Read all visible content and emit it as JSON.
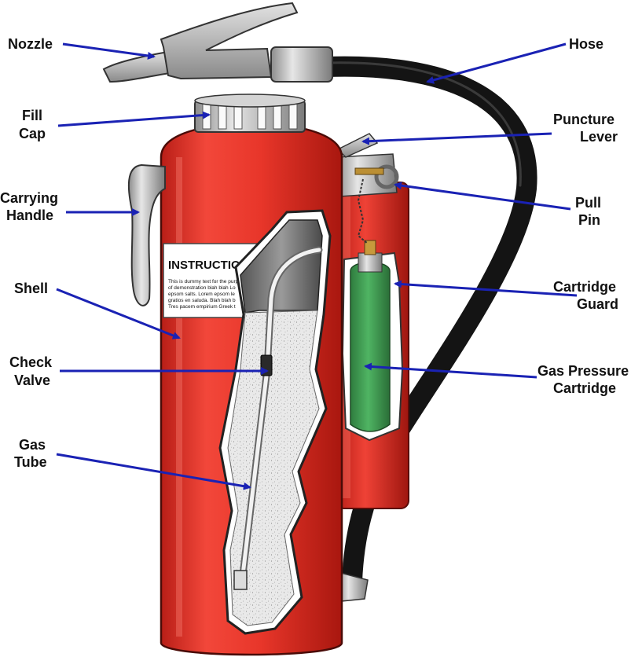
{
  "labels": {
    "nozzle": "Nozzle",
    "fill_cap_1": "Fill",
    "fill_cap_2": "Cap",
    "carrying_handle_1": "Carrying",
    "carrying_handle_2": "Handle",
    "shell": "Shell",
    "check_valve_1": "Check",
    "check_valve_2": "Valve",
    "gas_tube_1": "Gas",
    "gas_tube_2": "Tube",
    "hose": "Hose",
    "puncture_lever_1": "Puncture",
    "puncture_lever_2": "Lever",
    "pull_pin_1": "Pull",
    "pull_pin_2": "Pin",
    "cartridge_guard_1": "Cartridge",
    "cartridge_guard_2": "Guard",
    "gas_cartridge_1": "Gas Pressure",
    "gas_cartridge_2": "Cartridge"
  },
  "instruction_label": {
    "title": "INSTRUCTION",
    "line1": "This is dummy text for the purp",
    "line2": "of demonstration blah blah Lo",
    "line3": "epsom salts. Lorem epsom le",
    "line4": "gratios en saluda. Blah blah b",
    "line5": "Tres pacem empirium Greek t"
  },
  "colors": {
    "arrow": "#1a22b4",
    "shell_red": "#e8362a",
    "cartridge_green": "#3d9a4f",
    "hose_black": "#141414",
    "metal_gray": "#b8b8b8"
  }
}
